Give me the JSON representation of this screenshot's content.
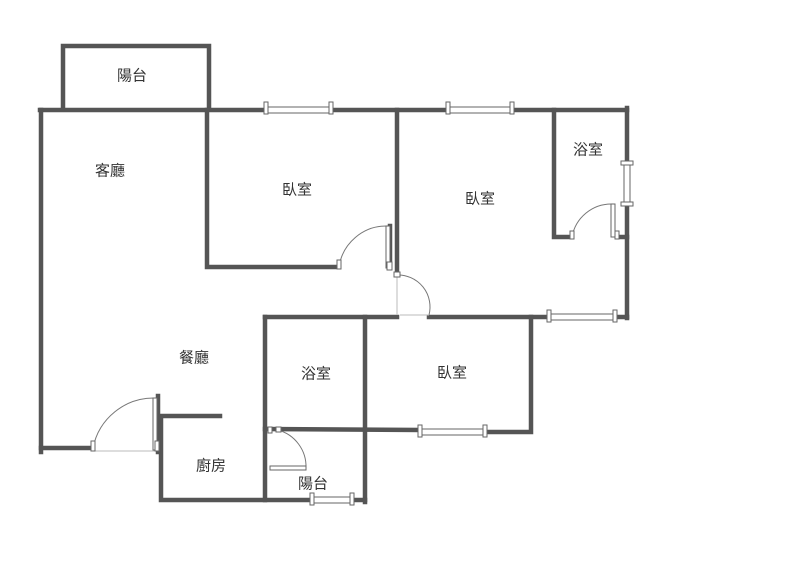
{
  "rooms": {
    "balcony_top": "陽台",
    "living_room": "客廳",
    "bedroom_1": "臥室",
    "bedroom_2": "臥室",
    "bathroom_1": "浴室",
    "dining_room": "餐廳",
    "bathroom_2": "浴室",
    "bedroom_3": "臥室",
    "kitchen": "廚房",
    "balcony_bottom": "陽台"
  },
  "colors": {
    "wall": "#555555",
    "text": "#333333",
    "background": "#ffffff"
  }
}
